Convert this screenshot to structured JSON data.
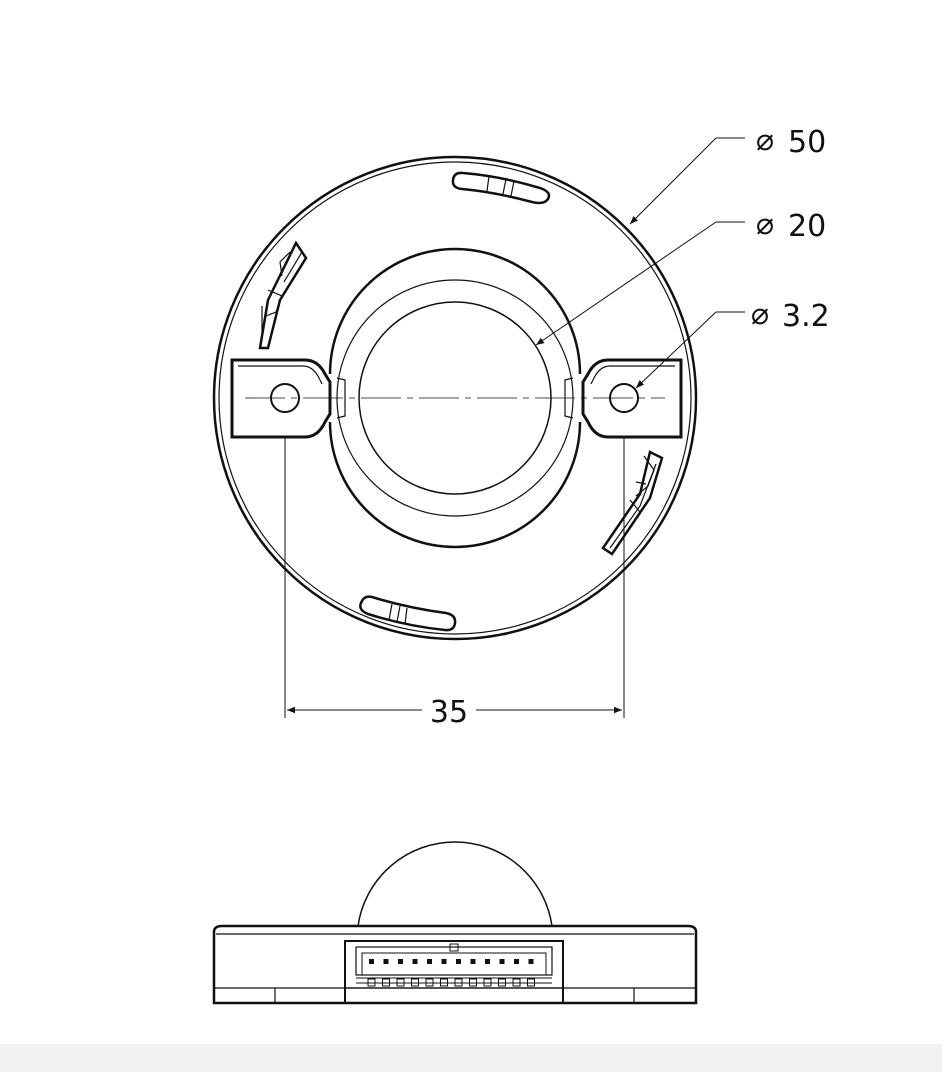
{
  "drawing": {
    "dimensions": {
      "outer_diameter": {
        "symbol": "⌀",
        "value": "50"
      },
      "lens_diameter": {
        "symbol": "⌀",
        "value": "20"
      },
      "hole_diameter": {
        "symbol": "⌀",
        "value": "3.2"
      },
      "hole_spacing": {
        "value": "35"
      }
    }
  },
  "colors": {
    "line": "#111111",
    "background": "#ffffff",
    "footer": "#f2f2f2"
  }
}
